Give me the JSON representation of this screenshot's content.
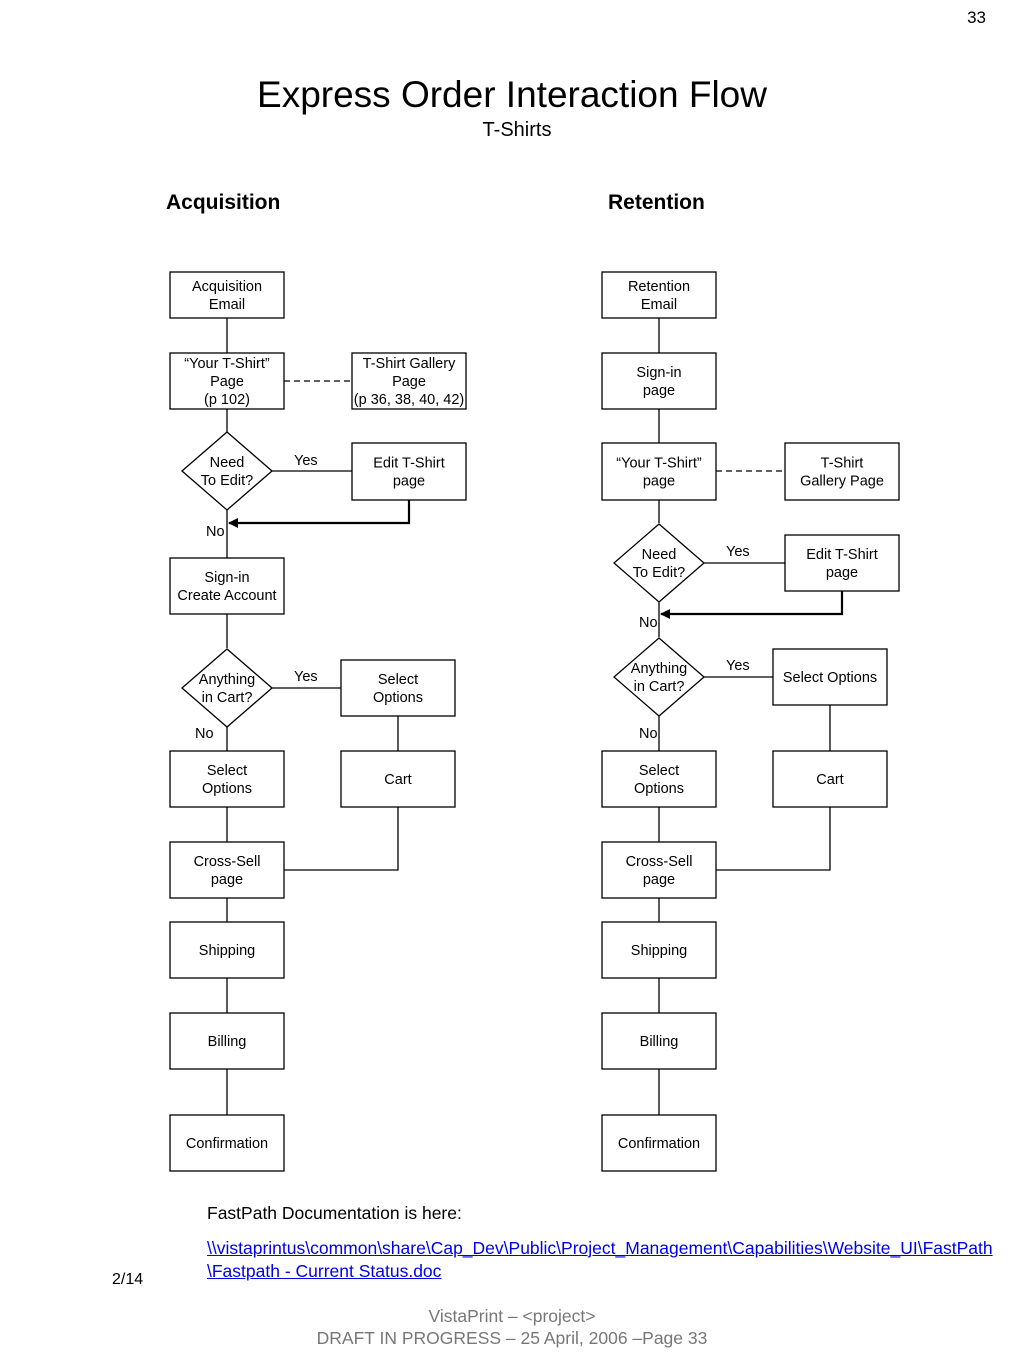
{
  "page_number": "33",
  "title": "Express Order Interaction Flow",
  "subtitle": "T-Shirts",
  "sections": {
    "acquisition": "Acquisition",
    "retention": "Retention"
  },
  "acquisition": {
    "acq_email": [
      "Acquisition",
      "Email"
    ],
    "your_tshirt": [
      "“Your T-Shirt”",
      "Page",
      "(p 102)"
    ],
    "gallery": [
      "T-Shirt Gallery",
      "Page",
      "(p 36, 38, 40, 42)"
    ],
    "need_edit": [
      "Need",
      "To Edit?"
    ],
    "edit_tshirt": [
      "Edit T-Shirt",
      "page"
    ],
    "signin": [
      "Sign-in",
      "Create Account"
    ],
    "anything_cart": [
      "Anything",
      "in Cart?"
    ],
    "select_options_right": [
      "Select",
      "Options"
    ],
    "select_options_left": [
      "Select",
      "Options"
    ],
    "cart": [
      "Cart"
    ],
    "cross_sell": [
      "Cross-Sell",
      "page"
    ],
    "shipping": [
      "Shipping"
    ],
    "billing": [
      "Billing"
    ],
    "confirmation": [
      "Confirmation"
    ],
    "yes1": "Yes",
    "no1": "No",
    "yes2": "Yes",
    "no2": "No"
  },
  "retention": {
    "ret_email": [
      "Retention",
      "Email"
    ],
    "signin": [
      "Sign-in",
      "page"
    ],
    "your_tshirt": [
      "“Your T-Shirt”",
      "page"
    ],
    "gallery": [
      "T-Shirt",
      "Gallery Page"
    ],
    "need_edit": [
      "Need",
      "To Edit?"
    ],
    "edit_tshirt": [
      "Edit T-Shirt",
      "page"
    ],
    "anything_cart": [
      "Anything",
      "in Cart?"
    ],
    "select_options_right": [
      "Select Options"
    ],
    "select_options_left": [
      "Select",
      "Options"
    ],
    "cart": [
      "Cart"
    ],
    "cross_sell": [
      "Cross-Sell",
      "page"
    ],
    "shipping": [
      "Shipping"
    ],
    "billing": [
      "Billing"
    ],
    "confirmation": [
      "Confirmation"
    ],
    "yes1": "Yes",
    "no1": "No",
    "yes2": "Yes",
    "no2": "No"
  },
  "doc_note": "FastPath Documentation is here:",
  "doc_link": "\\\\vistaprintus\\common\\share\\Cap_Dev\\Public\\Project_Management\\Capabilities\\Website_UI\\FastPath\\Fastpath - Current Status.doc",
  "slide_date": "2/14",
  "footer": {
    "line1": "VistaPrint –  <project>",
    "line2": "DRAFT IN PROGRESS  – 25 April, 2006 –Page 33"
  }
}
